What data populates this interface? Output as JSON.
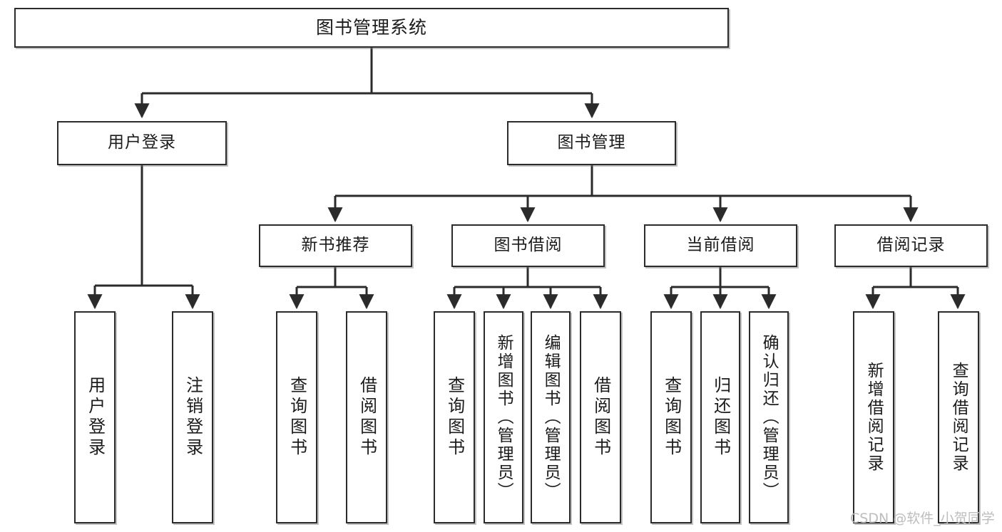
{
  "diagram": {
    "title": "图书管理系统",
    "watermark": "CSDN @软件_小贺同学",
    "nodes": {
      "root": "图书管理系统",
      "level2": [
        "用户登录",
        "图书管理"
      ],
      "level3": [
        "新书推荐",
        "图书借阅",
        "当前借阅",
        "借阅记录"
      ],
      "leaves_user_login": [
        "用户登录",
        "注销登录"
      ],
      "leaves_new_book": [
        "查询图书",
        "借阅图书"
      ],
      "leaves_borrow": [
        "查询图书",
        "新增图书（管理员）",
        "编辑图书（管理员）",
        "借阅图书"
      ],
      "leaves_current": [
        "查询图书",
        "归还图书",
        "确认归还（管理员）"
      ],
      "leaves_records": [
        "新增借阅记录",
        "查询借阅记录"
      ]
    },
    "colors": {
      "stroke": "#2b2b2b",
      "fill": "#ffffff",
      "text": "#1b1b1b",
      "watermark": "#bdbdbd"
    }
  }
}
